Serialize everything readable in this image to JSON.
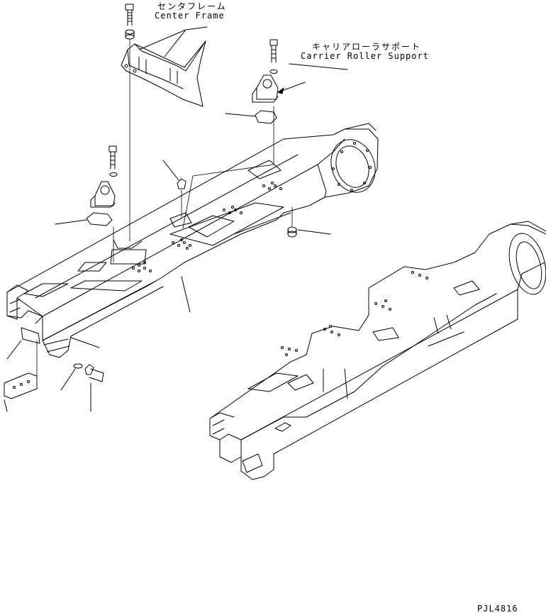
{
  "labels": {
    "center_frame_jp": "センタフレーム",
    "center_frame_en": "Center Frame",
    "carrier_roller_jp": "キャリアローラサポート",
    "carrier_roller_en": "Carrier Roller Support",
    "drawing_code": "PJL4816"
  }
}
